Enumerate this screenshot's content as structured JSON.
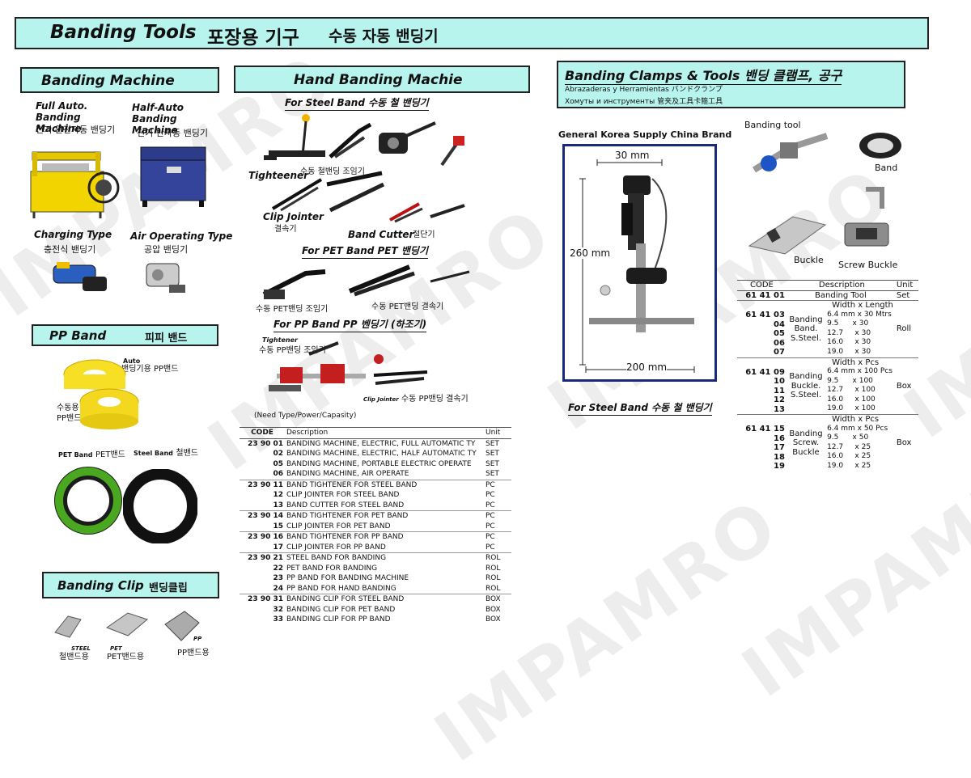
{
  "header": {
    "title_en": "Banding Tools",
    "title_ko": "포장용 기구",
    "title_ko2": "수동 자동 밴딩기"
  },
  "watermark": "IMPAMRO",
  "machine": {
    "title": "Banding Machine",
    "full_auto_en": "Full Auto. Banding Machine",
    "full_auto_ko": "전기 완전자동 밴딩기",
    "half_auto_en": "Half-Auto Banding Machine",
    "half_auto_ko": "전기 반자동 밴딩기",
    "charging_en": "Charging Type",
    "charging_ko": "충전식 밴딩기",
    "air_en": "Air Operating Type",
    "air_ko": "공압 밴딩기"
  },
  "ppband": {
    "title": "PP Band",
    "title_ko": "피피 밴드",
    "auto_en": "Auto",
    "auto_ko": "밴딩기용 PP밴드",
    "manual_ko": "수동용 PP밴드",
    "pet_en": "PET Band",
    "pet_ko": "PET밴드",
    "steel_en": "Steel Band",
    "steel_ko": "철밴드"
  },
  "clip": {
    "title": "Banding Clip",
    "title_ko": "밴딩클립",
    "steel_en": "STEEL",
    "steel_ko": "철밴드용",
    "pet_en": "PET",
    "pet_ko": "PET밴드용",
    "pp_en": "PP",
    "pp_ko": "PP밴드용"
  },
  "hand": {
    "title": "Hand Banding Machie",
    "steel_sub": "For Steel Band  수동 철 밴딩기",
    "tightener_en": "Tighteener",
    "tightener_ko": "수동 철밴딩 조임기",
    "clip_en": "Clip Jointer",
    "clip_ko": "결속기",
    "cutter_en": "Band Cutter",
    "cutter_ko": "절단기",
    "pet_sub": "For PET Band  PET 밴딩기",
    "pet_tight_ko": "수동 PET밴딩 조임기",
    "pet_clip_ko": "수동 PET밴딩 결속기",
    "pp_sub": "For PP Band  PP 벤딩기 (하조기)",
    "pp_tight_en": "Tightener",
    "pp_tight_ko": "수동 PP밴딩 조임기",
    "pp_clip_en": "Clip Jointer",
    "pp_clip_ko": "수동 PP밴딩 결속기",
    "note": "(Need Type/Power/Capasity)"
  },
  "table1": {
    "headers": [
      "CODE",
      "Description",
      "Unit"
    ],
    "groups": [
      {
        "rows": [
          {
            "code": "23 90 01",
            "desc": "BANDING MACHINE, ELECTRIC, FULL AUTOMATIC TY",
            "unit": "SET"
          },
          {
            "code": "02",
            "desc": "BANDING MACHINE, ELECTRIC, HALF AUTOMATIC TY",
            "unit": "SET"
          },
          {
            "code": "05",
            "desc": "BANDING MACHINE, PORTABLE ELECTRIC OPERATE",
            "unit": "SET"
          },
          {
            "code": "06",
            "desc": "BANDING MACHINE, AIR OPERATE",
            "unit": "SET"
          }
        ]
      },
      {
        "rows": [
          {
            "code": "23 90 11",
            "desc": "BAND TIGHTENER FOR STEEL BAND",
            "unit": "PC"
          },
          {
            "code": "12",
            "desc": "CLIP JOINTER FOR STEEL BAND",
            "unit": "PC"
          },
          {
            "code": "13",
            "desc": "BAND CUTTER FOR STEEL BAND",
            "unit": "PC"
          }
        ]
      },
      {
        "rows": [
          {
            "code": "23 90 14",
            "desc": "BAND TIGHTENER FOR PET BAND",
            "unit": "PC"
          },
          {
            "code": "15",
            "desc": "CLIP JOINTER FOR PET BAND",
            "unit": "PC"
          }
        ]
      },
      {
        "rows": [
          {
            "code": "23 90 16",
            "desc": "BAND TIGHTENER FOR PP BAND",
            "unit": "PC"
          },
          {
            "code": "17",
            "desc": "CLIP JOINTER FOR PP BAND",
            "unit": "PC"
          }
        ]
      },
      {
        "rows": [
          {
            "code": "23 90 21",
            "desc": "STEEL BAND FOR BANDING",
            "unit": "ROL"
          },
          {
            "code": "22",
            "desc": "PET BAND FOR BANDING",
            "unit": "ROL"
          },
          {
            "code": "23",
            "desc": "PP BAND FOR BANDING MACHINE",
            "unit": "ROL"
          },
          {
            "code": "24",
            "desc": "PP BAND FOR HAND BANDING",
            "unit": "ROL"
          }
        ]
      },
      {
        "rows": [
          {
            "code": "23 90 31",
            "desc": "BANDING CLIP FOR STEEL BAND",
            "unit": "BOX"
          },
          {
            "code": "32",
            "desc": "BANDING CLIP FOR PET BAND",
            "unit": "BOX"
          },
          {
            "code": "33",
            "desc": "BANDING CLIP FOR PP BAND",
            "unit": "BOX"
          }
        ]
      }
    ]
  },
  "clamps": {
    "title": "Banding Clamps & Tools 밴딩 클램프, 공구",
    "line1": "Abrazaderas y Herramientas  バンドクランプ",
    "line2": "Хомуты и инструменты 管夹及工具卡箍工具",
    "brand": "General Korea Supply China Brand",
    "dim_top": "30 mm",
    "dim_left": "260 mm",
    "dim_bottom": "200 mm",
    "steel_sub": "For Steel Band   수동 철 밴딩기",
    "banding_tool": "Banding tool",
    "band": "Band",
    "buckle": "Buckle",
    "screw_buckle": "Screw Buckle"
  },
  "table2": {
    "headers": [
      "CODE",
      "Description",
      "Unit"
    ],
    "rows": [
      {
        "codes": [
          "61 41 01"
        ],
        "name": "Banding Tool",
        "sizes_header": "",
        "sizes": [],
        "unit": "Set"
      },
      {
        "codes": [
          "61 41 03",
          "04",
          "05",
          "06",
          "07"
        ],
        "name": "Banding Band. S.Steel.",
        "sizes_header": "Width x Length",
        "sizes": [
          "6.4 mm x 30 Mtrs",
          "9.5      x 30",
          "12.7     x 30",
          "16.0     x 30",
          "19.0     x 30"
        ],
        "unit": "Roll"
      },
      {
        "codes": [
          "61 41 09",
          "10",
          "11",
          "12",
          "13"
        ],
        "name": "Banding Buckle. S.Steel.",
        "sizes_header": "Width x Pcs",
        "sizes": [
          "6.4 mm x 100 Pcs",
          "9.5      x 100",
          "12.7     x 100",
          "16.0     x 100",
          "19.0     x 100"
        ],
        "unit": "Box"
      },
      {
        "codes": [
          "61 41 15",
          "16",
          "17",
          "18",
          "19"
        ],
        "name": "Banding Screw. Buckle",
        "sizes_header": "Width x Pcs",
        "sizes": [
          "6.4 mm x 50 Pcs",
          "9.5      x 50",
          "12.7     x 25",
          "16.0     x 25",
          "19.0     x 25"
        ],
        "unit": "Box"
      }
    ]
  }
}
